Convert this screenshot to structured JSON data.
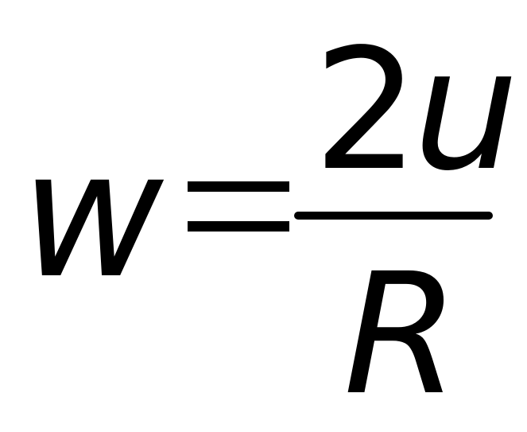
{
  "formula": {
    "lhs": "w",
    "numerator_coefficient": "2",
    "numerator_variable": "u",
    "denominator": "R"
  }
}
